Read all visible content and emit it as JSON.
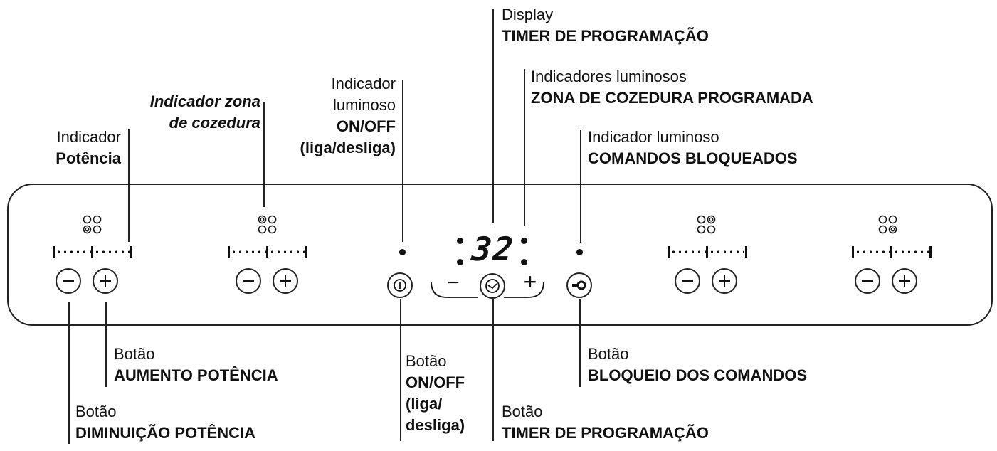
{
  "labels": {
    "display": {
      "line1": "Display",
      "line2": "TIMER DE PROGRAMAÇÃO"
    },
    "zone_indicators": {
      "line1": "Indicadores luminosos",
      "line2": "ZONA DE COZEDURA PROGRAMADA"
    },
    "onoff_indicator": {
      "line1": "Indicador",
      "line2": "luminoso",
      "line3": "ON/OFF",
      "line4": "(liga/desliga)"
    },
    "zone_indicator": {
      "line1": "Indicador zona",
      "line2": "de cozedura"
    },
    "power_indicator": {
      "line1": "Indicador",
      "line2": "Potência"
    },
    "lock_indicator": {
      "line1": "Indicador luminoso",
      "line2": "COMANDOS BLOQUEADOS"
    },
    "increase_button": {
      "line1": "Botão",
      "line2": "AUMENTO POTÊNCIA"
    },
    "decrease_button": {
      "line1": "Botão",
      "line2": "DIMINUIÇÃO POTÊNCIA"
    },
    "onoff_button": {
      "line1": "Botão",
      "line2": "ON/OFF",
      "line3": "(liga/",
      "line4": "desliga)"
    },
    "timer_button": {
      "line1": "Botão",
      "line2": "TIMER DE PROGRAMAÇÃO"
    },
    "lock_button": {
      "line1": "Botão",
      "line2": "BLOQUEIO DOS COMANDOS"
    }
  },
  "panel": {
    "timer_display_value": "32",
    "timer_minus": "−",
    "timer_plus": "+",
    "zones": [
      {
        "name": "zone-1",
        "active_burner": "bottom-left"
      },
      {
        "name": "zone-2",
        "active_burner": "top-left"
      },
      {
        "name": "zone-3",
        "active_burner": "top-right"
      },
      {
        "name": "zone-4",
        "active_burner": "bottom-right"
      }
    ]
  }
}
